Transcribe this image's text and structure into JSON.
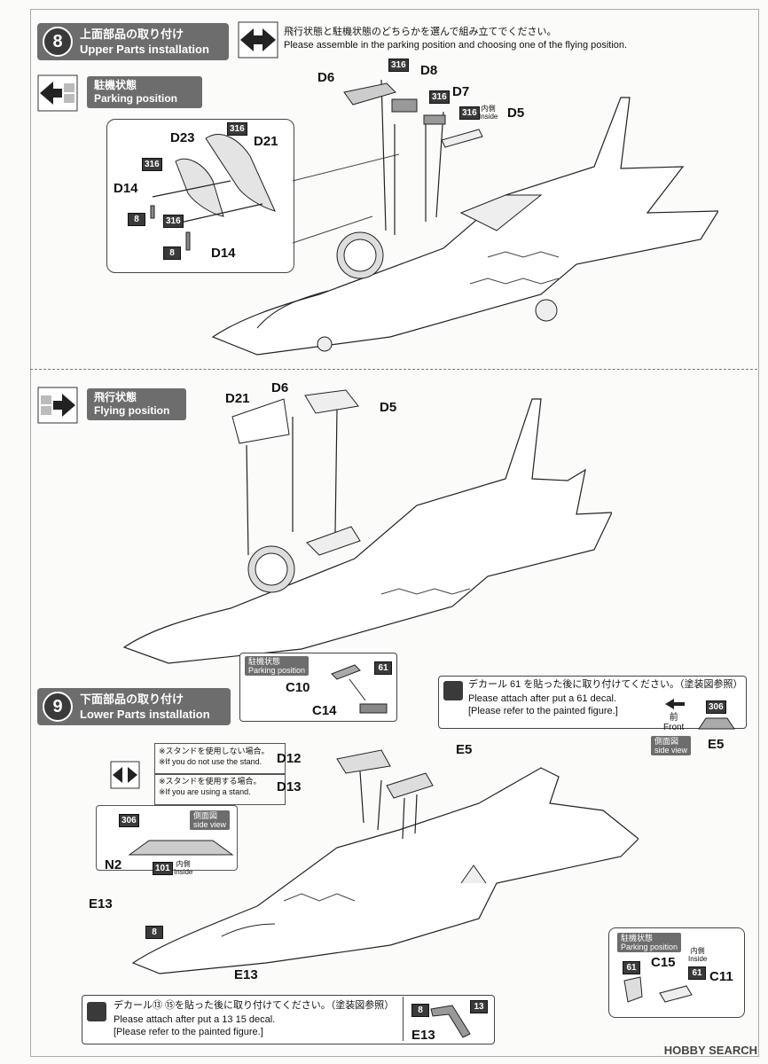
{
  "step8": {
    "number": "8",
    "title_jp": "上面部品の取り付け",
    "title_en": "Upper Parts installation",
    "note_jp": "飛行状態と駐機状態のどちらかを選んで組み立てでください。",
    "note_en": "Please assemble in the parking position and choosing one of the flying position.",
    "parking": {
      "label_jp": "駐機状態",
      "label_en": "Parking position"
    },
    "flying": {
      "label_jp": "飛行状態",
      "label_en": "Flying position"
    },
    "parts_parking": {
      "d6": "D6",
      "d8": "D8",
      "d7": "D7",
      "d5": "D5",
      "d23": "D23",
      "d21": "D21",
      "d14a": "D14",
      "d14b": "D14",
      "inside_jp": "内側",
      "inside_en": "Inside"
    },
    "parts_flying": {
      "d21": "D21",
      "d6": "D6",
      "d5": "D5"
    },
    "color_codes": {
      "c316": "316",
      "c8": "8"
    }
  },
  "step9": {
    "number": "9",
    "title_jp": "下面部品の取り付け",
    "title_en": "Lower Parts installation",
    "parking_inset": {
      "label_jp": "駐機状態",
      "label_en": "Parking position",
      "c10": "C10",
      "c14": "C14",
      "code61": "61"
    },
    "decal_note": {
      "jp": "デカール 61 を貼った後に取り付けてください。（塗装図参照）",
      "en1": "Please attach after put a 61 decal.",
      "en2": "[Please refer to the painted figure.]",
      "front_jp": "前",
      "front_en": "Front",
      "side_jp": "側面図",
      "side_en": "side view",
      "code306": "306",
      "e5_label": "E5"
    },
    "stand_notes": {
      "no_stand_jp": "※スタンドを使用しない場合。",
      "no_stand_en": "※If you do not use the stand.",
      "stand_jp": "※スタンドを使用する場合。",
      "stand_en": "※If you are using a stand.",
      "d12": "D12",
      "d13": "D13"
    },
    "e5": "E5",
    "n2_inset": {
      "code306": "306",
      "side_jp": "側面図",
      "side_en": "side view",
      "n2": "N2",
      "code101": "101",
      "inside_jp": "内側",
      "inside_en": "Inside"
    },
    "e13a": "E13",
    "e13b": "E13",
    "code8": "8",
    "parking_inset2": {
      "label_jp": "駐機状態",
      "label_en": "Parking position",
      "c15": "C15",
      "c11": "C11",
      "code61a": "61",
      "code61b": "61",
      "inside_jp": "内側",
      "inside_en": "Inside"
    },
    "bottom_note": {
      "jp": "デカール⑬ ⑮を貼った後に取り付けてください。（塗装図参照）",
      "en1": "Please attach after put a 13 15 decal.",
      "en2": "[Please refer to the painted figure.]",
      "code8": "8",
      "code13": "13",
      "e13": "E13"
    }
  },
  "watermark": "HOBBY SEARCH"
}
